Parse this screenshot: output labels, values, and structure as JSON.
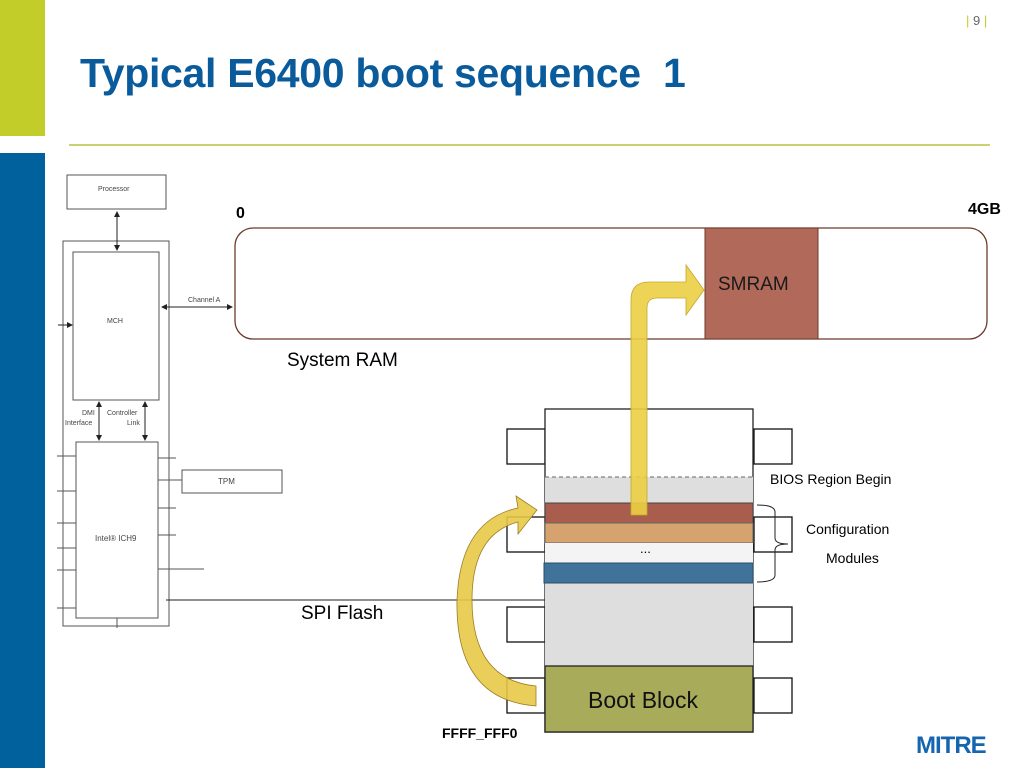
{
  "slide": {
    "title": "Typical E6400 boot sequence  1",
    "page_number": "9",
    "logo": "MITRE"
  },
  "block_diagram": {
    "processor": "Processor",
    "mch": "MCH",
    "channel_a": "Channel A",
    "dmi_line1": "DMI",
    "dmi_line2": "Interface",
    "ctrl_line1": "Controller",
    "ctrl_line2": "Link",
    "tpm": "TPM",
    "ich9": "Intel® ICH9"
  },
  "memory_map": {
    "start_label": "0",
    "end_label": "4GB",
    "ram_label": "System RAM",
    "smram_label": "SMRAM"
  },
  "spi_flash": {
    "label": "SPI Flash",
    "bios_region_label": "BIOS Region Begin",
    "config_label_line1": "Configuration",
    "config_label_line2": "Modules",
    "ellipsis": "...",
    "boot_block_label": "Boot Block",
    "reset_vector": "FFFF_FFF0"
  },
  "colors": {
    "accent_green": "#c3cd2a",
    "accent_blue": "#00619c",
    "title_blue": "#0a5b9c",
    "smram": "#b1695a",
    "module_red": "#a95d4c",
    "module_tan": "#d6a36e",
    "module_blue": "#3f7399",
    "boot_block": "#a8ac5a",
    "arrow_yellow": "#eccf44"
  }
}
